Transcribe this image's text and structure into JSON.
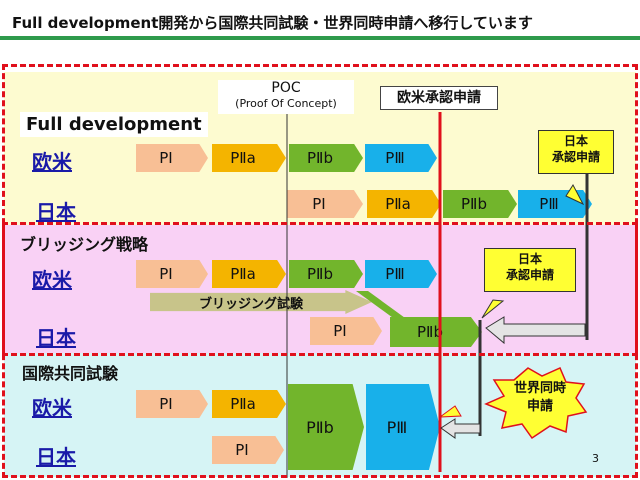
{
  "title": "Full development開発から国際共同試験・世界同時申請へ移行しています",
  "poc": {
    "line1": "POC",
    "line2": "(Proof Of Concept)"
  },
  "us_eu_approval": "欧米承認申請",
  "sections": [
    {
      "label": "Full development"
    },
    {
      "label": "ブリッジング戦略"
    },
    {
      "label": "国際共同試験"
    }
  ],
  "row_labels": {
    "us_eu": "欧米",
    "japan": "日本"
  },
  "phases": {
    "p1": "PⅠ",
    "p2a": "PⅡa",
    "p2b": "PⅡb",
    "p3": "PⅢ"
  },
  "bridging_study": "ブリッジング試験",
  "japan_approval": {
    "line1": "日本",
    "line2": "承認申請"
  },
  "simultaneous": {
    "line1": "世界同時",
    "line2": "申請"
  },
  "page_number": "3",
  "colors": {
    "p1": "#f8bf95",
    "p2a": "#f4b400",
    "p2b": "#72b52c",
    "p3": "#18b0ea",
    "band1": "#fdfbd0",
    "band2": "#f9d1f5",
    "band3": "#d6f4f5",
    "accent_red": "#e0101c",
    "topline": "#2e9a4c"
  }
}
